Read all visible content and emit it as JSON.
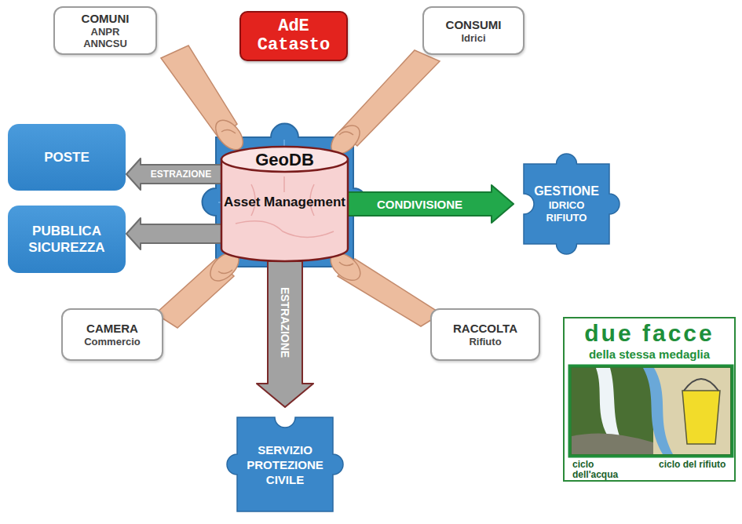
{
  "diagram": {
    "nodes": [
      {
        "text": [
          "COMUNI",
          "ANPR ANNCSU"
        ]
      },
      {
        "text": [
          "AdE Catasto"
        ]
      },
      {
        "text": [
          "CONSUMI",
          "Idrici"
        ]
      },
      {
        "text": [
          "POSTE"
        ]
      },
      {
        "text": [
          "PUBBLICA SICUREZZA"
        ]
      },
      {
        "text": [
          "GeoDB",
          "Asset Management"
        ]
      },
      {
        "text": [
          "GESTIONE",
          "IDRICO RIFIUTO"
        ]
      },
      {
        "text": [
          "CAMERA",
          "Commercio"
        ]
      },
      {
        "text": [
          "RACCOLTA",
          "Rifiuto"
        ]
      },
      {
        "text": [
          "due facce",
          "della stessa medaglia",
          "ciclo dell'acqua",
          "ciclo del rifiuto"
        ]
      },
      {
        "text": [
          "SERVIZIO PROTEZIONE CIVILE"
        ]
      }
    ],
    "edges": [
      {
        "from": 5,
        "to": 3,
        "label": "ESTRAZIONE",
        "arrow": "to"
      },
      {
        "from": 5,
        "to": 4,
        "arrow": "to"
      },
      {
        "from": 5,
        "to": 6,
        "label": "CONDIVISIONE",
        "arrow": "to"
      },
      {
        "from": 5,
        "to": 10,
        "label": "ESTRAZIONE",
        "arrow": "to"
      }
    ]
  }
}
